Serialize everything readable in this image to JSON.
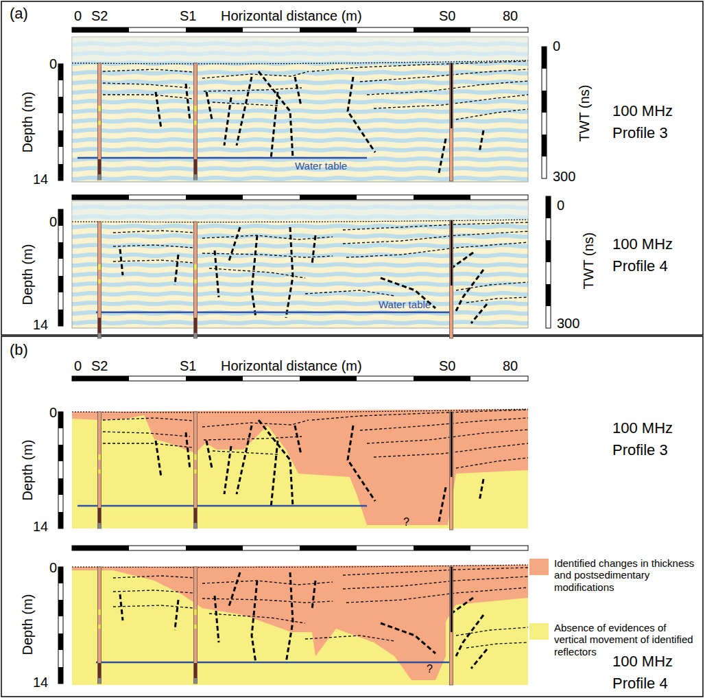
{
  "diagram": {
    "labels": [
      "(a)",
      "0",
      "S2",
      "S1",
      "Horizontal distance (m)",
      "S0",
      "80",
      "0",
      "Depth (m)",
      "14",
      "Water table",
      "0",
      "TWT (ns)",
      "300",
      "100 MHz Profile 3",
      "0",
      "Depth (m)",
      "14",
      "Water table",
      "0",
      "TWT (ns)",
      "300",
      "100 MHz Profile 4",
      "(b)",
      "0",
      "S2",
      "S1",
      "Horizontal distance (m)",
      "S0",
      "80",
      "0",
      "Depth (m)",
      "14",
      "?",
      "100 MHz Profile 3",
      "0",
      "Depth (m)",
      "14",
      "?",
      "100 MHz Profile 4"
    ],
    "legend": [
      {
        "text": "Identified changes in thickness and postsedimentary modifications",
        "color": "#f5a882"
      },
      {
        "text": "Absence of evidences of vertical movement of identified reflectors",
        "color": "#f7ef82"
      }
    ]
  }
}
